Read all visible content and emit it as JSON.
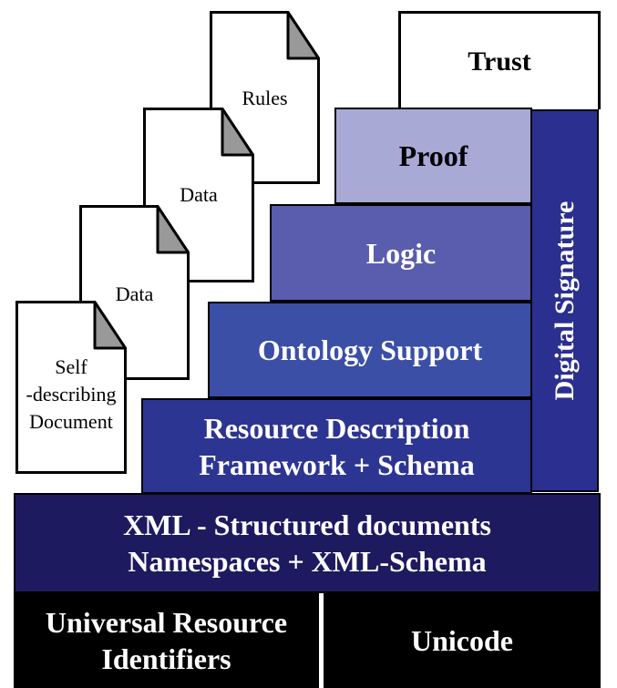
{
  "layers": {
    "trust": "Trust",
    "proof": "Proof",
    "logic": "Logic",
    "ontology": "Ontology Support",
    "rdf_line1": "Resource Description",
    "rdf_line2": "Framework + Schema",
    "xml_line1": "XML - Structured documents",
    "xml_line2": "Namespaces + XML-Schema",
    "uri_line1": "Universal Resource",
    "uri_line2": "Identifiers",
    "unicode": "Unicode",
    "digital_signature": "Digital Signature"
  },
  "documents": {
    "rules": "Rules",
    "data_upper": "Data",
    "data_lower": "Data",
    "self_line1": "Self",
    "self_line2": "-describing",
    "self_line3": "Document"
  },
  "colors": {
    "trust": "#ffffff",
    "proof": "#a9a9d6",
    "logic": "#5a5cae",
    "ontology": "#3b4fa6",
    "rdf": "#2d3592",
    "digital_signature": "#2b2f8f",
    "xml": "#1e1a5f",
    "base": "#000000",
    "doc_fold": "#999999"
  }
}
